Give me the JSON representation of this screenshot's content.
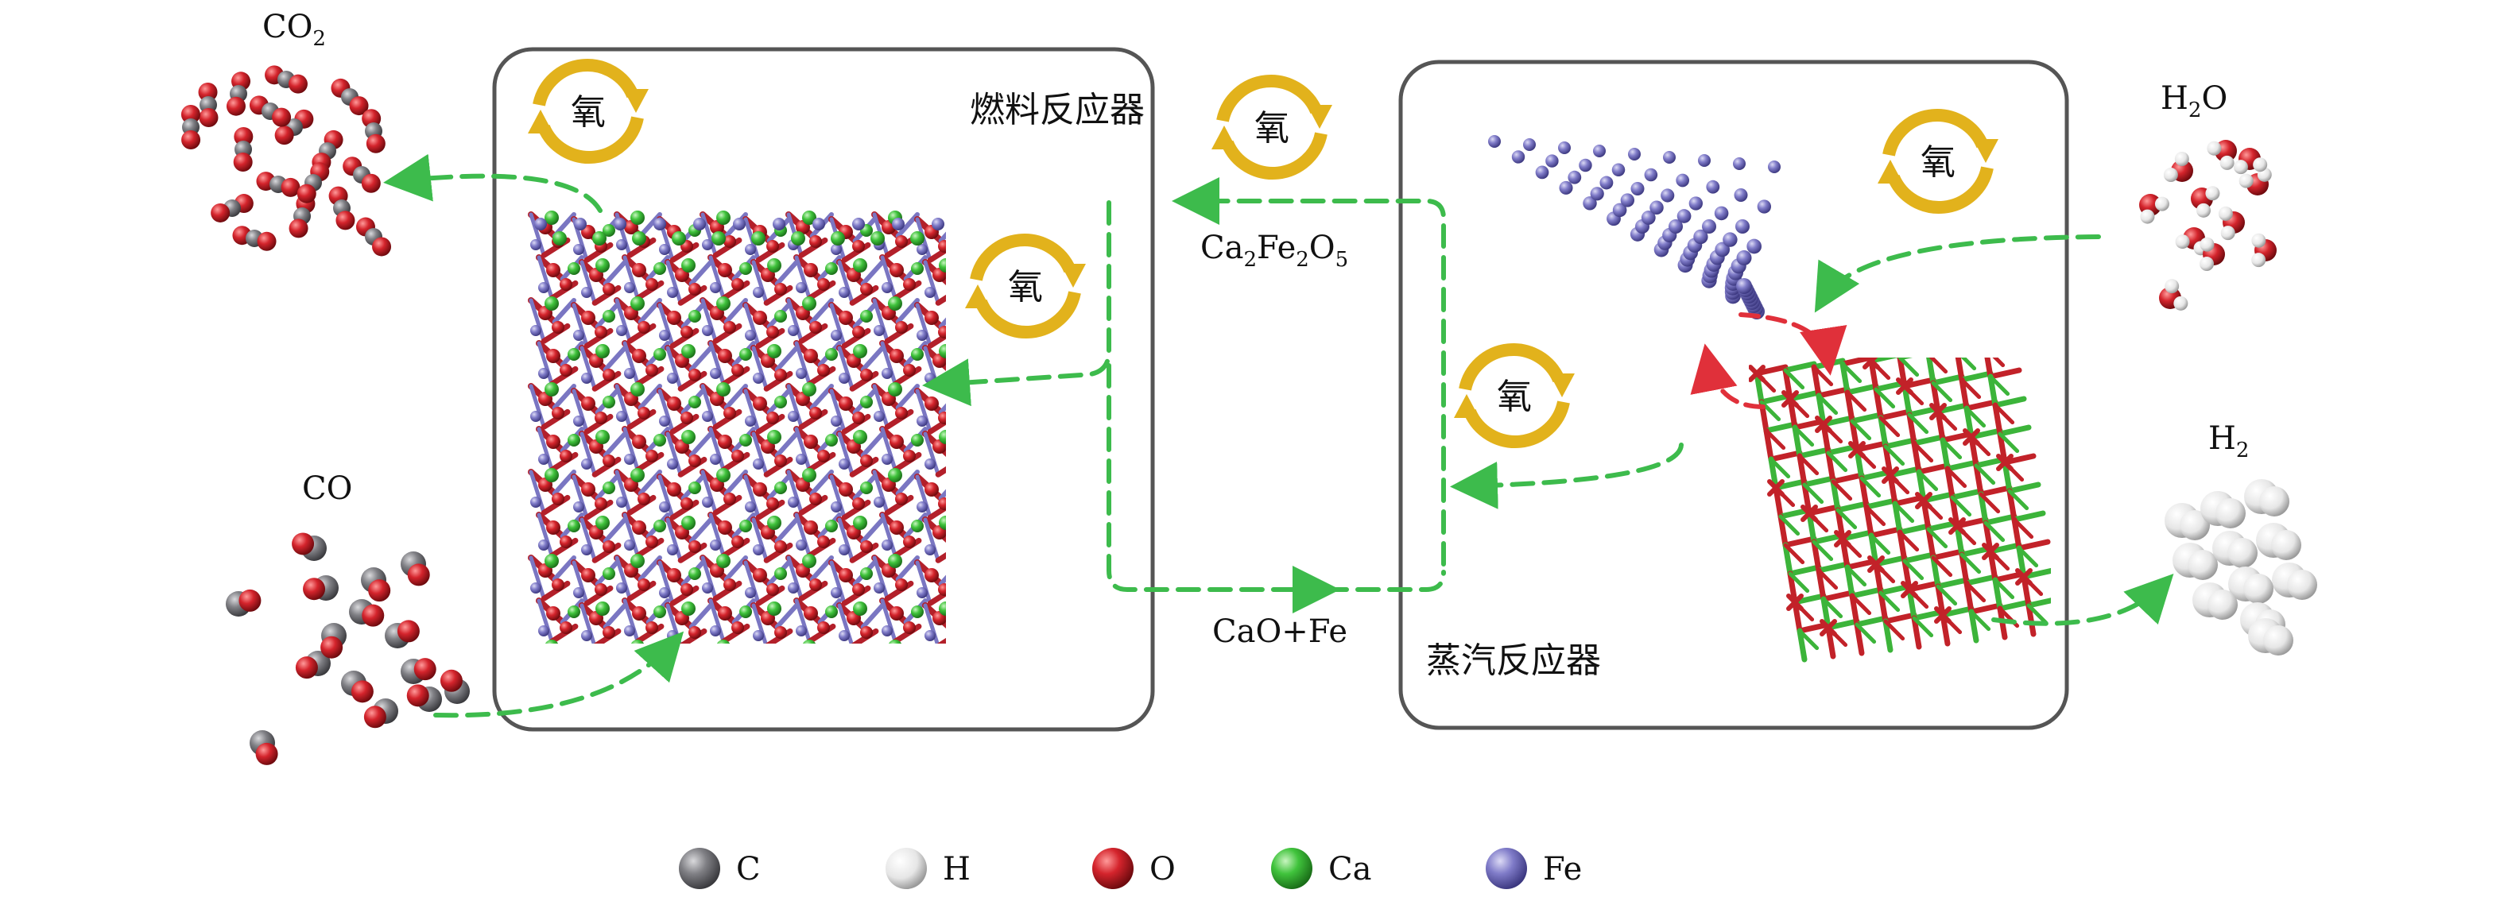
{
  "fuel_reactor": {
    "label": "燃料反应器"
  },
  "steam_reactor": {
    "label": "蒸汽反应器"
  },
  "oxygen_symbol": "氧",
  "species": {
    "co2": {
      "main": "CO",
      "sub": "2"
    },
    "co": "CO",
    "h2o": {
      "pre": "H",
      "sub": "2",
      "post": "O"
    },
    "h2": {
      "main": "H",
      "sub": "2"
    }
  },
  "flows": {
    "top_carrier": {
      "p1": "Ca",
      "s1": "2",
      "p2": "Fe",
      "s2": "2",
      "p3": "O",
      "s3": "5"
    },
    "bottom_carrier": "CaO+Fe"
  },
  "legend": [
    {
      "symbol": "C",
      "color": "#6e6e72"
    },
    {
      "symbol": "H",
      "color": "#f2f2f2"
    },
    {
      "symbol": "O",
      "color": "#cc1f27"
    },
    {
      "symbol": "Ca",
      "color": "#3cc13a"
    },
    {
      "symbol": "Fe",
      "color": "#7d79c6"
    }
  ],
  "colors": {
    "oxygen_arrow": "#e2b21c",
    "flow_arrow": "#3dbb4c",
    "reaction_arrow": "#e0303a",
    "box_border": "#555555"
  }
}
